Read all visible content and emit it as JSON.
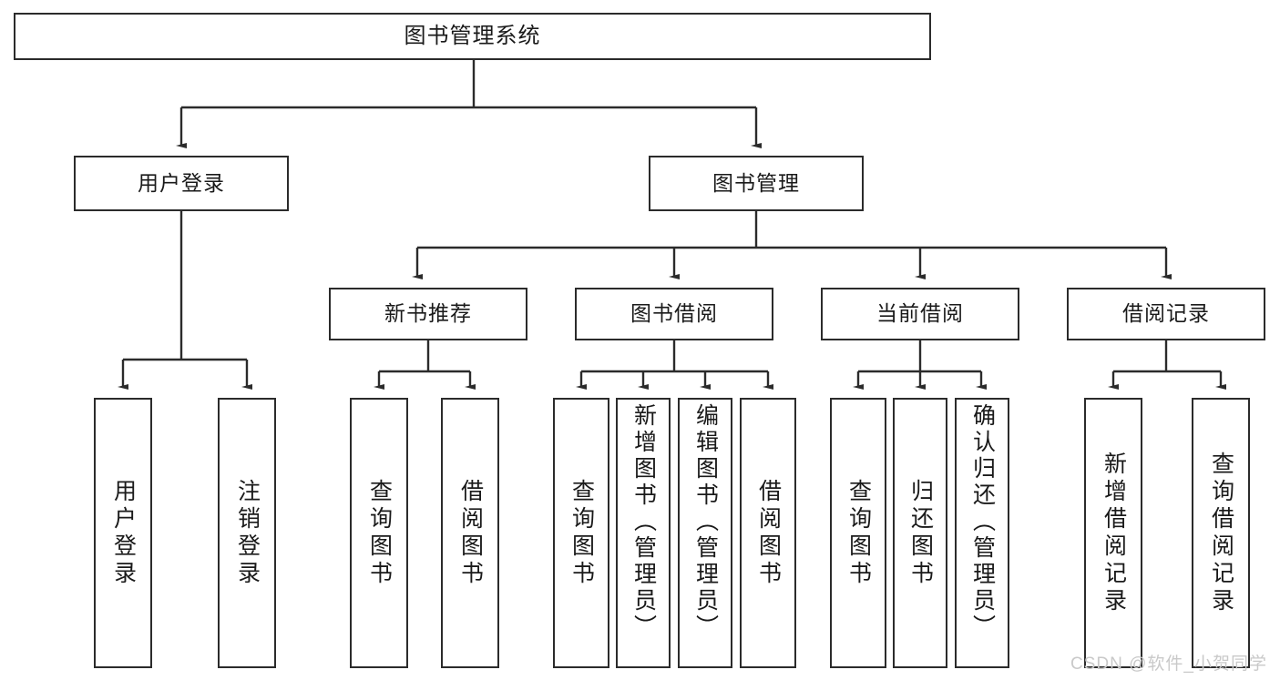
{
  "diagram": {
    "title": "图书管理系统",
    "watermark": "CSDN @软件_小贺同学",
    "stroke_color": "#2b2b2b",
    "background_color": "#ffffff",
    "text_color": "#1a1a1a",
    "watermark_color": "#c9c9c9"
  },
  "nodes": {
    "root": {
      "label": "图书管理系统"
    },
    "level1": [
      {
        "label": "用户登录"
      },
      {
        "label": "图书管理"
      }
    ],
    "level2": [
      {
        "label": "新书推荐"
      },
      {
        "label": "图书借阅"
      },
      {
        "label": "当前借阅"
      },
      {
        "label": "借阅记录"
      }
    ],
    "leaves_user_login": [
      {
        "label": "用户登录"
      },
      {
        "label": "注销登录"
      }
    ],
    "leaves_new_book": [
      {
        "label": "查询图书"
      },
      {
        "label": "借阅图书"
      }
    ],
    "leaves_borrow": [
      {
        "label": "查询图书"
      },
      {
        "label": "新增图书（管理员）"
      },
      {
        "label": "编辑图书（管理员）"
      },
      {
        "label": "借阅图书"
      }
    ],
    "leaves_current": [
      {
        "label": "查询图书"
      },
      {
        "label": "归还图书"
      },
      {
        "label": "确认归还（管理员）"
      }
    ],
    "leaves_records": [
      {
        "label": "新增借阅记录"
      },
      {
        "label": "查询借阅记录"
      }
    ]
  }
}
